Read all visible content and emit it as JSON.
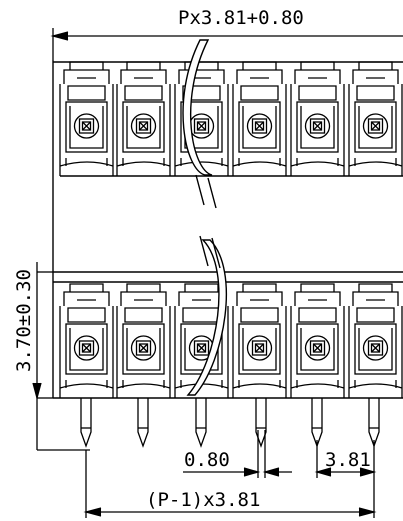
{
  "drawing": {
    "dimension_top": "Px3.81+0.80",
    "dimension_height": "3.70±0.30",
    "dimension_pin_width": "0.80",
    "dimension_pitch": "3.81",
    "dimension_bottom": "(P-1)x3.81"
  },
  "colors": {
    "line": "#000000",
    "background": "#ffffff"
  }
}
